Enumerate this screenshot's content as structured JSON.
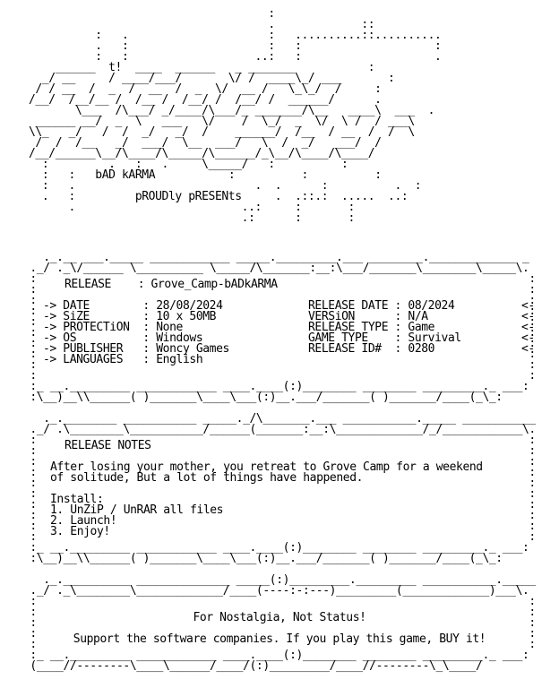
{
  "group": {
    "tag": "t!",
    "name": "bAD kARMA",
    "presents": "pROUDly pRESENts"
  },
  "release": {
    "heading": "RELEASE    : Grove_Camp-bADkARMA",
    "left_lines": [
      "-> DATE        : 28/08/2024",
      "-> SiZE        : 10 x 50MB",
      "-> PROTECTiON  : None",
      "-> OS          : Windows",
      "-> PUBLISHER   : Woncy Games",
      "-> LANGUAGES   : English"
    ],
    "right_lines": [
      "RELEASE DATE : 08/2024",
      "VERSiON      : N/A",
      "RELEASE TYPE : Game",
      "GAME TYPE    : Survival",
      "RELEASE ID#  : 0280"
    ],
    "arrows": [
      "<-",
      "<-",
      "<-",
      "<-",
      "<-"
    ]
  },
  "notes": {
    "heading": "RELEASE NOTES",
    "description": [
      "After losing your mother, you retreat to Grove Camp for a weekend",
      "of solitude, But a lot of things have happened."
    ],
    "install_title": "Install:",
    "install_steps": [
      "1. UnZiP / UnRAR all files",
      "2. Launch!",
      "3. Enjoy!"
    ]
  },
  "footer": {
    "slogan": "For Nostalgia, Not Status!",
    "support": "Support the software companies. If you play this game, BUY it!"
  }
}
